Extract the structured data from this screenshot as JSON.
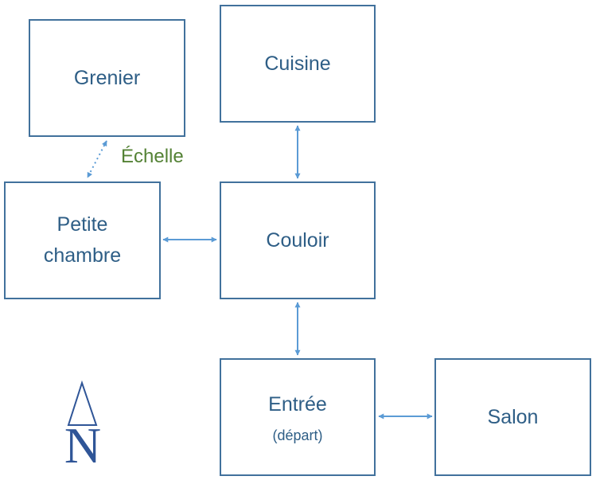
{
  "rooms": {
    "grenier": {
      "name": "Grenier"
    },
    "cuisine": {
      "name": "Cuisine"
    },
    "petite_chambre": {
      "name_line1": "Petite",
      "name_line2": "chambre"
    },
    "couloir": {
      "name": "Couloir"
    },
    "entree": {
      "name": "Entrée",
      "subtitle": "(départ)"
    },
    "salon": {
      "name": "Salon"
    }
  },
  "connections": {
    "ladder_label": "Échelle"
  },
  "compass": {
    "letter": "N"
  },
  "colors": {
    "room_border": "#41719C",
    "room_text": "#2E5E86",
    "arrow": "#5B9BD5",
    "ladder_label": "#548235",
    "compass": "#2F5597"
  }
}
